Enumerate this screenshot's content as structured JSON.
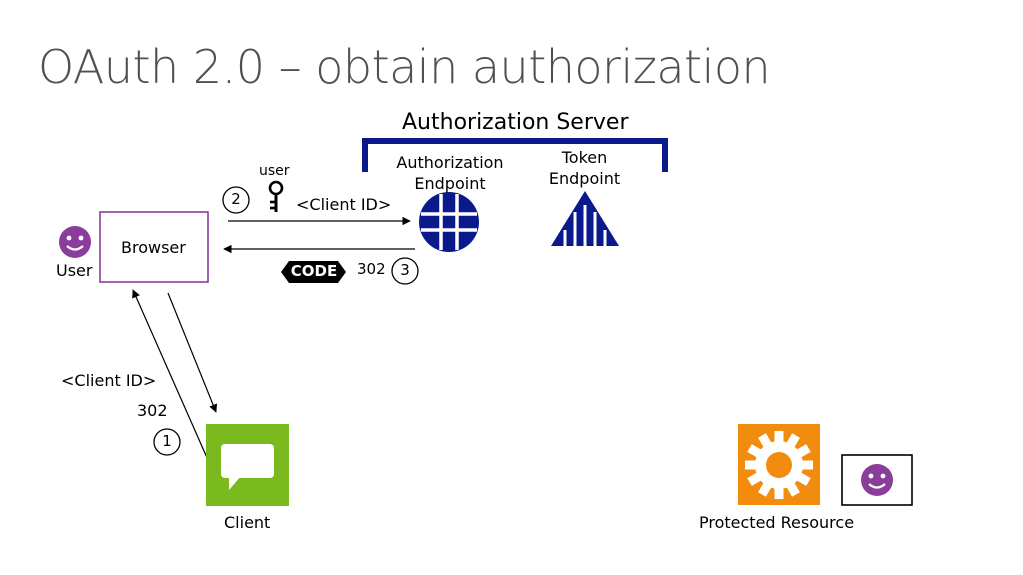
{
  "title": "OAuth 2.0 – obtain authorization",
  "authorization_server": {
    "label": "Authorization Server",
    "authorization_endpoint": [
      "Authorization",
      "Endpoint"
    ],
    "token_endpoint": [
      "Token",
      "Endpoint"
    ]
  },
  "user": {
    "label": "User"
  },
  "browser": {
    "label": "Browser"
  },
  "client": {
    "label": "Client"
  },
  "protected_resource": {
    "label": "Protected Resource"
  },
  "flows": {
    "step1": {
      "number": "1",
      "label_id": "<Client ID>",
      "label_code": "302"
    },
    "step2": {
      "number": "2",
      "key_label": "user",
      "label": "<Client ID>"
    },
    "step3": {
      "number": "3",
      "label": "302",
      "badge": "CODE"
    }
  },
  "colors": {
    "accent_blue": "#0a1a8c",
    "purple": "#8a3d9a",
    "client_green": "#7aba1e",
    "resource_orange": "#f28c0f",
    "title_gray": "#505050"
  },
  "icons": {
    "authorization_endpoint": "grid-globe-icon",
    "token_endpoint": "tent-icon",
    "user": "smiley-icon",
    "key": "key-icon",
    "client": "chat-bubble-icon",
    "protected_resource": "gear-icon"
  }
}
